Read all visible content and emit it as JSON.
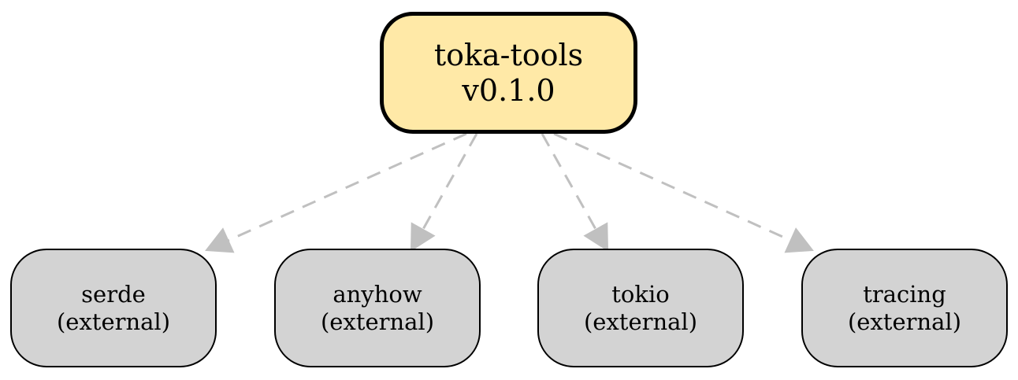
{
  "root": {
    "name": "toka-tools",
    "version": "v0.1.0",
    "fill": "#ffe9a7"
  },
  "dependencies": [
    {
      "name": "serde",
      "kind": "(external)"
    },
    {
      "name": "anyhow",
      "kind": "(external)"
    },
    {
      "name": "tokio",
      "kind": "(external)"
    },
    {
      "name": "tracing",
      "kind": "(external)"
    }
  ],
  "colors": {
    "dependency_fill": "#d3d3d3",
    "edge": "#c0c0c0",
    "border": "#000000"
  }
}
